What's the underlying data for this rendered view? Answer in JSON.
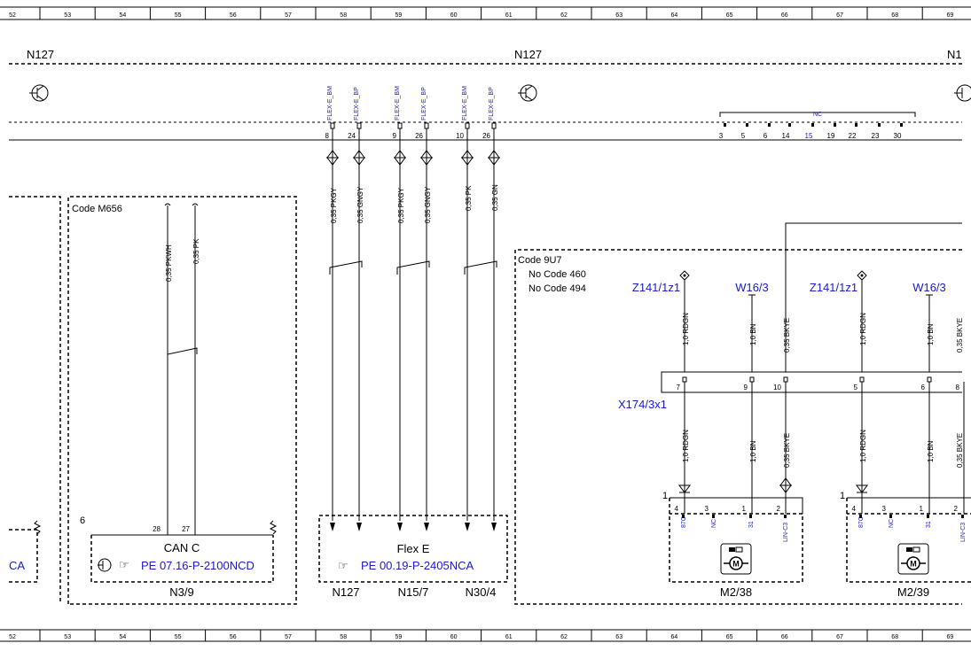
{
  "ruler_numbers": [
    "52",
    "53",
    "54",
    "55",
    "56",
    "57",
    "58",
    "59",
    "60",
    "61",
    "62",
    "63",
    "64",
    "65",
    "66",
    "67",
    "68",
    "69"
  ],
  "components": {
    "n127_left": "N127",
    "n127_mid": "N127",
    "n1_right": "N1"
  },
  "flex_signals": [
    "FLEX-E_BM",
    "FLEX-E_BP",
    "FLEX-E_BM",
    "FLEX-E_BP",
    "FLEX-E_BM",
    "FLEX-E_BP"
  ],
  "flex_pins": [
    "8",
    "24",
    "9",
    "26",
    "10",
    "26"
  ],
  "flex_wires": [
    "0,35 PKGY",
    "0,35 GNGY",
    "0,35 PKGY",
    "0,35 GNGY",
    "0,35 PK",
    "0,35 GN"
  ],
  "nc_label": "NC",
  "nc_pins": [
    "3",
    "5",
    "6",
    "14",
    "15",
    "19",
    "22",
    "23",
    "30"
  ],
  "code_m656": "Code M656",
  "can_wires": [
    "0,35 PKWH",
    "0,35 PK"
  ],
  "can_pins": [
    "28",
    "27"
  ],
  "can_box_num": "6",
  "can_title": "CAN C",
  "can_ref": "PE 07.16-P-2100NCD",
  "n39": "N3/9",
  "left_ref": "CA",
  "flex_title": "Flex E",
  "flex_ref": "PE 00.19-P-2405NCA",
  "flex_bottom": [
    "N127",
    "N15/7",
    "N30/4"
  ],
  "code_9u7": "Code 9U7",
  "no_code_1": "No Code 460",
  "no_code_2": "No Code 494",
  "top_conns": [
    "Z141/1z1",
    "W16/3",
    "Z141/1z1",
    "W16/3"
  ],
  "upper_wires": [
    "1,0 RDGN",
    "1,0 BN",
    "0,35 BKYE",
    "1,0 RDGN",
    "1,0 BN",
    "0,35 BKYE"
  ],
  "x174_pins": [
    "7",
    "9",
    "10",
    "5",
    "6",
    "8"
  ],
  "x174": "X174/3x1",
  "lower_wires": [
    "1,0 RDGN",
    "1,0 BN",
    "0,35 BKYE",
    "1,0 RDGN",
    "1,0 BN",
    "0,35 BKYE"
  ],
  "motor1": {
    "num": "1",
    "pins": [
      "4",
      "3",
      "1",
      "2"
    ],
    "sigs": [
      "87C",
      "NC",
      "31",
      "LIN-C3"
    ],
    "name": "M2/38"
  },
  "motor2": {
    "num": "1",
    "pins": [
      "4",
      "3",
      "1",
      "2"
    ],
    "sigs": [
      "87C",
      "NC",
      "31",
      "LIN-C3"
    ],
    "name": "M2/39"
  }
}
